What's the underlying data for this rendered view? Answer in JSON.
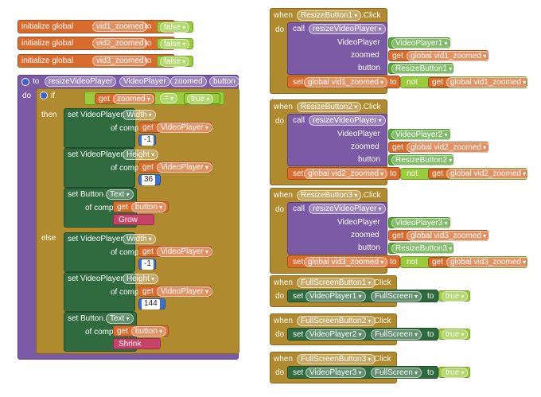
{
  "globals": [
    {
      "kw": "initialize global",
      "name": "vid1_zoomed",
      "to": "to",
      "value": "false"
    },
    {
      "kw": "initialize global",
      "name": "vid2_zoomed",
      "to": "to",
      "value": "false"
    },
    {
      "kw": "initialize global",
      "name": "vid3_zoomed",
      "to": "to",
      "value": "false"
    }
  ],
  "procedure": {
    "kw_to": "to",
    "name": "resizeVideoPlayer",
    "params": [
      "VideoPlayer",
      "zoomed",
      "button"
    ],
    "kw_do": "do",
    "kw_if": "if",
    "kw_then": "then",
    "kw_else": "else",
    "kw_get": "get",
    "cond_var": "zoomed",
    "cond_op": "=",
    "cond_val": "true",
    "set_kw": "set",
    "of_component": "of component",
    "to_kw": "to",
    "then_sets": [
      {
        "comp": "VideoPlayer.",
        "prop": "Width",
        "get": "VideoPlayer",
        "value": "-1"
      },
      {
        "comp": "VideoPlayer.",
        "prop": "Height",
        "get": "VideoPlayer",
        "value": "36"
      },
      {
        "comp": "Button.",
        "prop": "Text",
        "get": "button",
        "value": "Grow"
      }
    ],
    "else_sets": [
      {
        "comp": "VideoPlayer.",
        "prop": "Width",
        "get": "VideoPlayer",
        "value": "-1"
      },
      {
        "comp": "VideoPlayer.",
        "prop": "Height",
        "get": "VideoPlayer",
        "value": "144"
      },
      {
        "comp": "Button.",
        "prop": "Text",
        "get": "button",
        "value": "Shrink"
      }
    ]
  },
  "resize_events": [
    {
      "when": "when",
      "btn": "ResizeButton1",
      "ev": ".Click",
      "do": "do",
      "call": "call",
      "proc": "resizeVideoPlayer",
      "arg_labels": [
        "VideoPlayer",
        "zoomed",
        "button"
      ],
      "player": "VideoPlayer1",
      "get_kw": "get",
      "zoom_var": "global vid1_zoomed",
      "button": "ResizeButton1",
      "set_kw": "set",
      "set_var": "global vid1_zoomed",
      "to_kw": "to",
      "not_kw": "not"
    },
    {
      "when": "when",
      "btn": "ResizeButton2",
      "ev": ".Click",
      "do": "do",
      "call": "call",
      "proc": "resizeVideoPlayer",
      "arg_labels": [
        "VideoPlayer",
        "zoomed",
        "button"
      ],
      "player": "VideoPlayer2",
      "get_kw": "get",
      "zoom_var": "global vid2_zoomed",
      "button": "ResizeButton2",
      "set_kw": "set",
      "set_var": "global vid2_zoomed",
      "to_kw": "to",
      "not_kw": "not"
    },
    {
      "when": "when",
      "btn": "ResizeButton3",
      "ev": ".Click",
      "do": "do",
      "call": "call",
      "proc": "resizeVideoPlayer",
      "arg_labels": [
        "VideoPlayer",
        "zoomed",
        "button"
      ],
      "player": "VideoPlayer3",
      "get_kw": "get",
      "zoom_var": "global vid3_zoomed",
      "button": "ResizeButton3",
      "set_kw": "set",
      "set_var": "global vid3_zoomed",
      "to_kw": "to",
      "not_kw": "not"
    }
  ],
  "fullscreen_events": [
    {
      "when": "when",
      "btn": "FullScreenButton1",
      "ev": ".Click",
      "do": "do",
      "set_kw": "set",
      "player": "VideoPlayer1",
      "prop": "FullScreen",
      "to_kw": "to",
      "value": "true"
    },
    {
      "when": "when",
      "btn": "FullScreenButton2",
      "ev": ".Click",
      "do": "do",
      "set_kw": "set",
      "player": "VideoPlayer2",
      "prop": "FullScreen",
      "to_kw": "to",
      "value": "true"
    },
    {
      "when": "when",
      "btn": "FullScreenButton3",
      "ev": ".Click",
      "do": "do",
      "set_kw": "set",
      "player": "VideoPlayer3",
      "prop": "FullScreen",
      "to_kw": "to",
      "value": "true"
    }
  ],
  "colors": {
    "variable": "#d86c2f",
    "event": "#b08a2e",
    "procedure": "#7b5aa6",
    "component": "#2f6b3e",
    "component_ref": "#5aa73a",
    "logic": "#9acb3c",
    "math": "#3d6fcf",
    "text": "#c74269"
  }
}
